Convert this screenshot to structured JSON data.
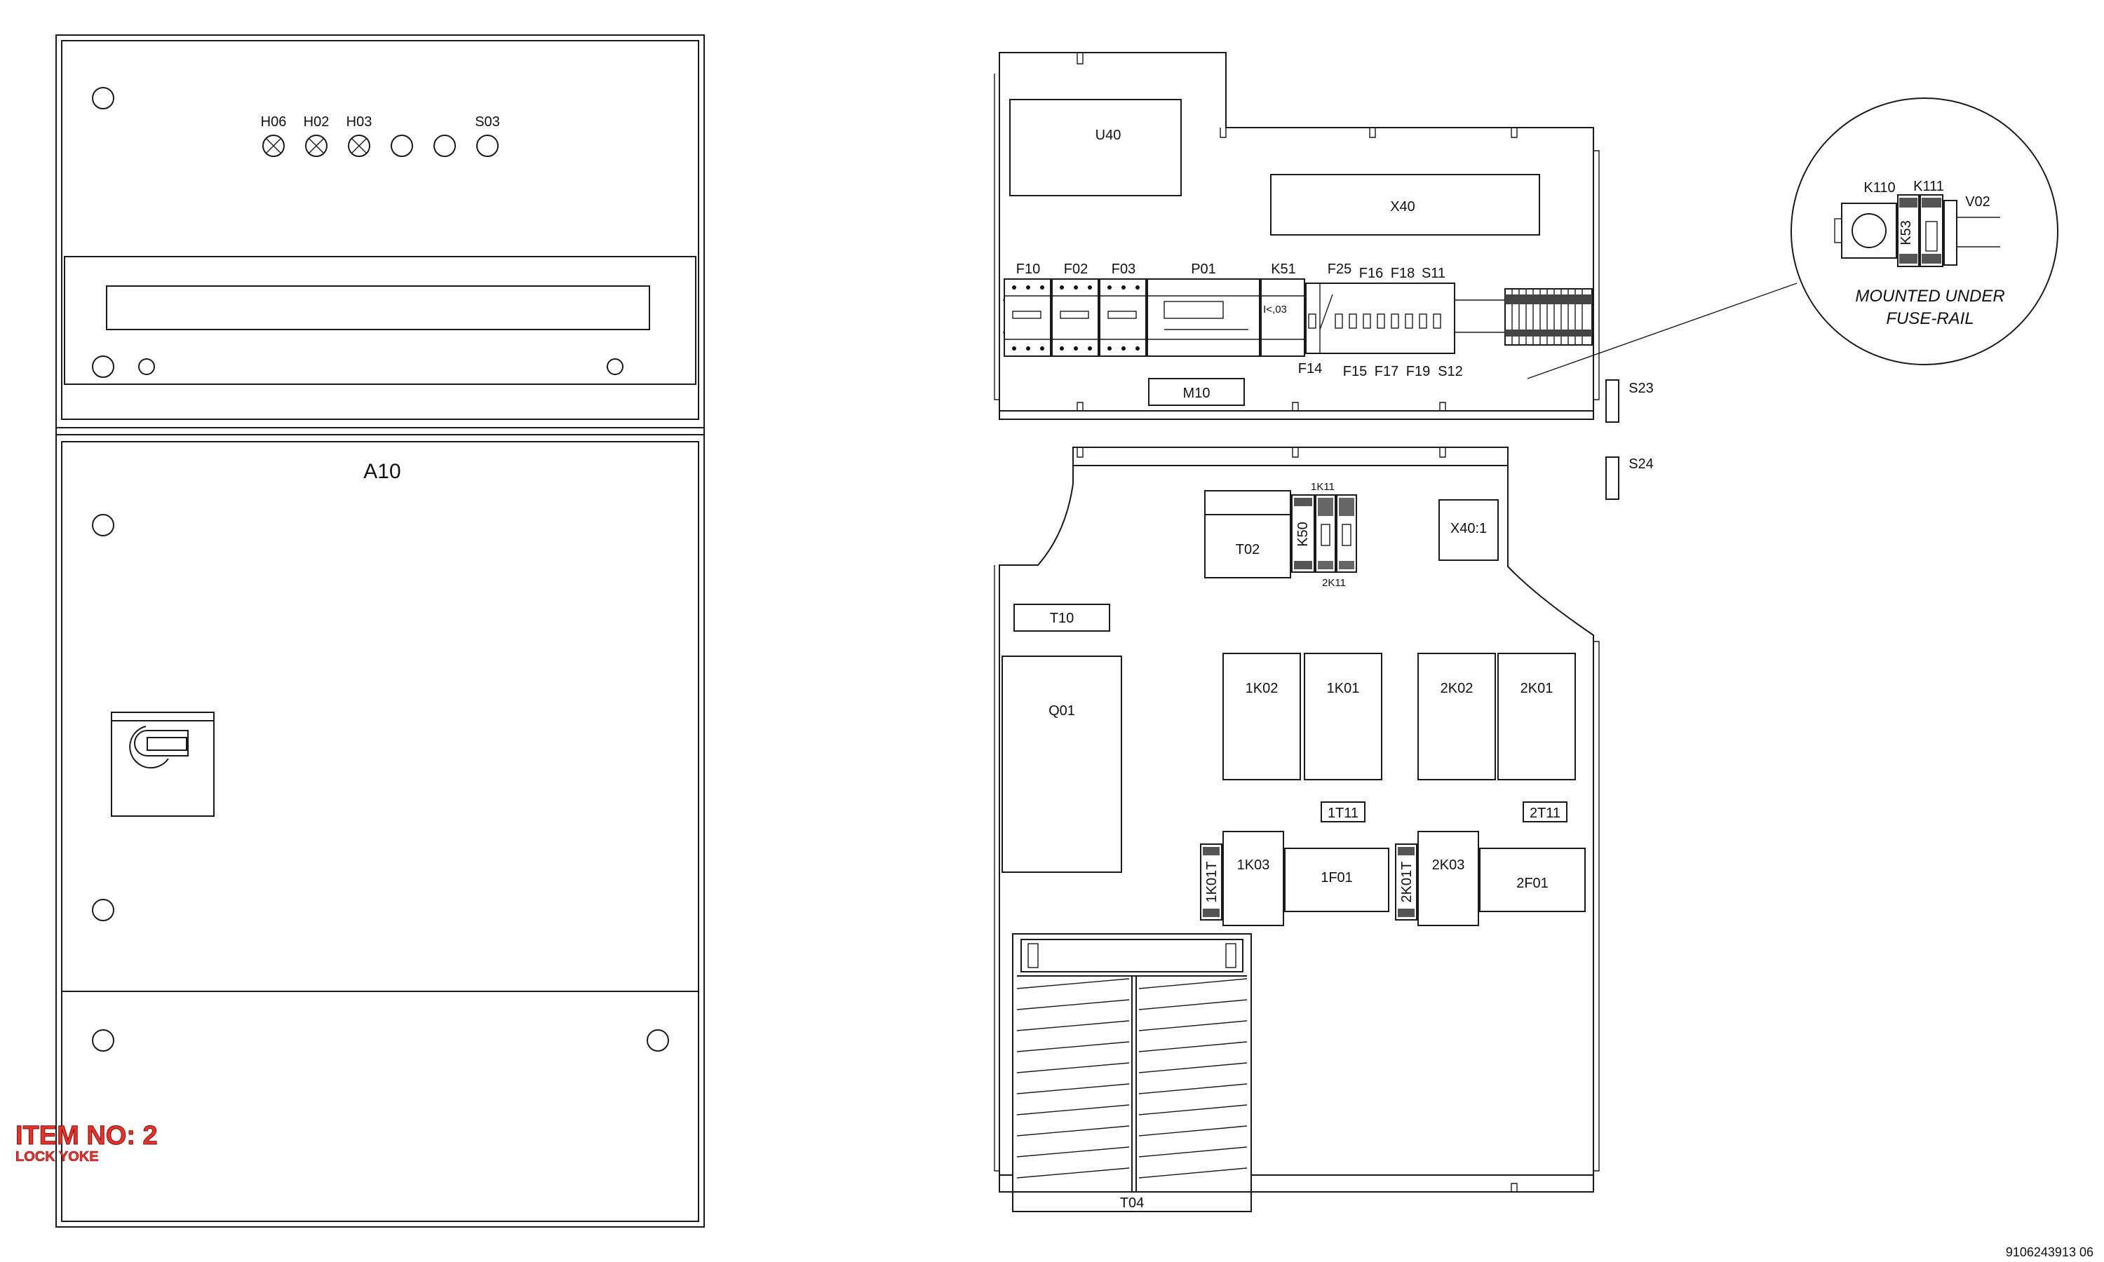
{
  "front_view": {
    "panel_label": "A10",
    "indicators": [
      "H06",
      "H02",
      "H03"
    ],
    "switch_label": "S03"
  },
  "item_tag": {
    "title": "ITEM NO: 2",
    "subtitle": "LOCK YOKE"
  },
  "upper_plate": {
    "labels": {
      "u40": "U40",
      "x40": "X40",
      "f10": "F10",
      "f02": "F02",
      "f03": "F03",
      "p01": "P01",
      "k51": "K51",
      "k51_setting": "I<,03",
      "f25": "F25",
      "f16": "F16",
      "f18": "F18",
      "s11": "S11",
      "f14": "F14",
      "f15": "F15",
      "f17": "F17",
      "f19": "F19",
      "s12": "S12",
      "m10": "M10"
    }
  },
  "detail": {
    "k110": "K110",
    "k111": "K111",
    "v02": "V02",
    "k53": "K53",
    "note_line1": "MOUNTED UNDER",
    "note_line2": "FUSE-RAIL"
  },
  "side_switches": {
    "s23": "S23",
    "s24": "S24"
  },
  "lower_plate": {
    "labels": {
      "t02": "T02",
      "k50": "K50",
      "k11_1": "1K11",
      "k11_2": "2K11",
      "x40_1": "X40:1",
      "t10": "T10",
      "q01": "Q01",
      "k02_1": "1K02",
      "k01_1": "1K01",
      "k02_2": "2K02",
      "k01_2": "2K01",
      "t11_1": "1T11",
      "t11_2": "2T11",
      "k03_1": "1K03",
      "f01_1": "1F01",
      "k01t_1": "1K01T",
      "k03_2": "2K03",
      "f01_2": "2F01",
      "k01t_2": "2K01T",
      "t04": "T04"
    }
  },
  "document_number": "9106243913 06"
}
